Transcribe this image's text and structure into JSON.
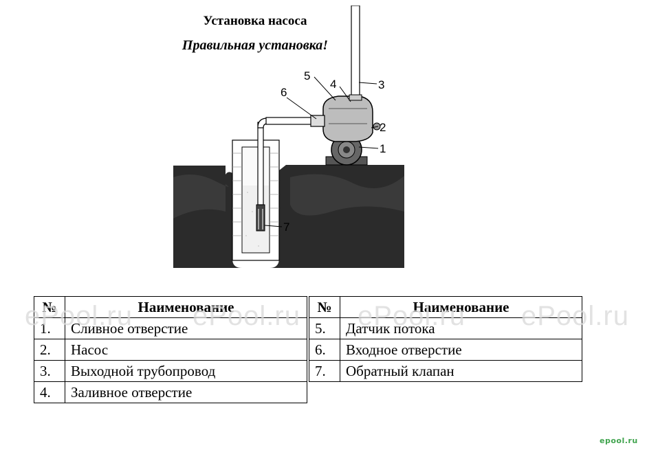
{
  "header": {
    "title": "Установка насоса",
    "subtitle": "Правильная установка!"
  },
  "diagram": {
    "callouts": [
      "1",
      "2",
      "3",
      "4",
      "5",
      "6",
      "7"
    ]
  },
  "table": {
    "col_num": "№",
    "col_name": "Наименование",
    "left_rows": [
      {
        "num": "1.",
        "name": "Сливное отверстие"
      },
      {
        "num": "2.",
        "name": "Насос"
      },
      {
        "num": "3.",
        "name": "Выходной трубопровод"
      },
      {
        "num": "4.",
        "name": "Заливное отверстие"
      }
    ],
    "right_rows": [
      {
        "num": "5.",
        "name": "Датчик потока"
      },
      {
        "num": "6.",
        "name": "Входное отверстие"
      },
      {
        "num": "7.",
        "name": "Обратный клапан"
      }
    ]
  },
  "watermark": "ePool.ru",
  "logo": "epool.ru"
}
